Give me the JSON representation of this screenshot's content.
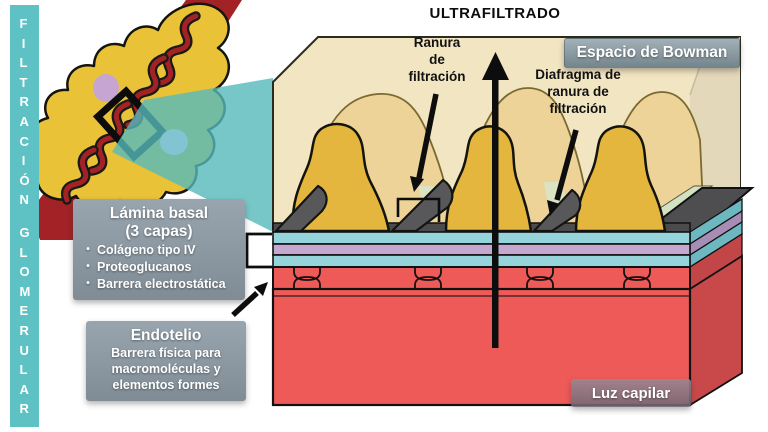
{
  "sidebar": {
    "word1": "FILTRACIÓN",
    "word2": "GLOMERULAR",
    "color": "#5ec1c4"
  },
  "title": "ULTRAFILTRADO",
  "callouts": {
    "ranura": {
      "lines": [
        "Ranura",
        "de",
        "filtración"
      ]
    },
    "diafragma": {
      "lines": [
        "Diafragma de",
        "ranura de",
        "filtración"
      ]
    },
    "espacio": {
      "label": "Espacio de Bowman"
    },
    "luz": {
      "label": "Luz capilar"
    },
    "lamina": {
      "title_lines": [
        "Lámina basal",
        "(3 capas)"
      ],
      "bullets": [
        "Colágeno tipo IV",
        "Proteoglucanos",
        "Barrera electrostática"
      ]
    },
    "endotelio": {
      "title": "Endotelio",
      "body_lines": [
        "Barrera física para",
        "macromoléculas y",
        "elementos formes"
      ]
    }
  },
  "colors": {
    "sidebar_teal": "#5ec1c4",
    "bowman_cream": "#f2e5c1",
    "pedicel_front_yellow": "#e5b63e",
    "pedicel_back_yellow": "#eed398",
    "slit_gray": "#58585b",
    "basal_teal": "#95d4da",
    "basal_purple": "#c5a8d0",
    "capillary_red": "#ee5a58",
    "glomerulus_red": "#a22226",
    "callout_gray": "#8d99a3",
    "beam_teal": "#55b9bc"
  }
}
